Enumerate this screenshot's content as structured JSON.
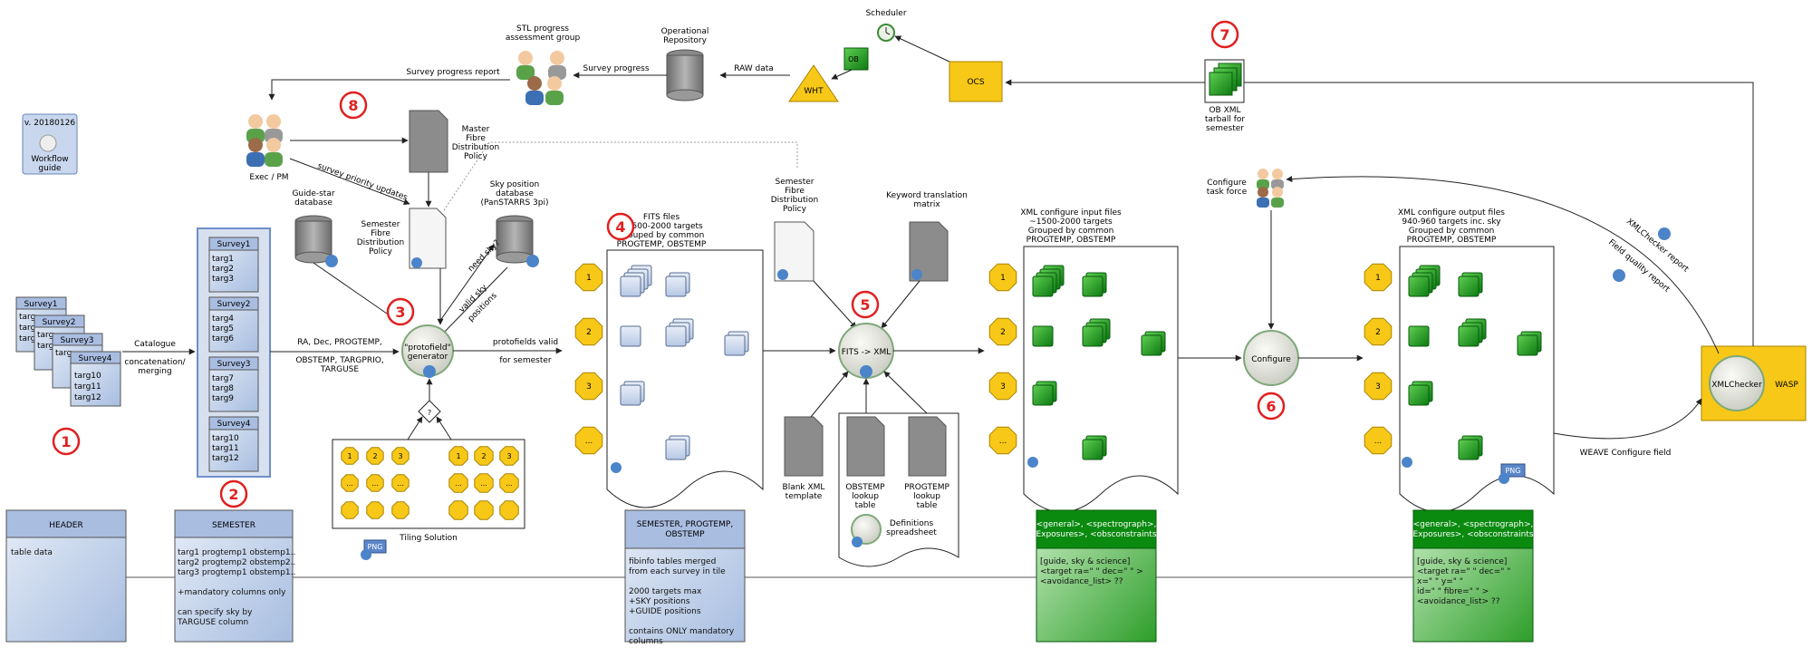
{
  "version": {
    "text": "v. 20180126",
    "guide_label_1": "Workflow",
    "guide_label_2": "guide"
  },
  "steps": [
    "1",
    "2",
    "3",
    "4",
    "5",
    "6",
    "7",
    "8"
  ],
  "surveys": {
    "stack": [
      "Survey1",
      "Survey2",
      "Survey3",
      "Survey4"
    ],
    "stack_front_targets": [
      "targ10",
      "targ11",
      "targ12"
    ],
    "stack_peek": "targ",
    "catalogue_label": "Catalogue",
    "merge_label_1": "concatenation/",
    "merge_label_2": "merging",
    "merged": [
      {
        "name": "Survey1",
        "targets": [
          "targ1",
          "targ2",
          "targ3"
        ]
      },
      {
        "name": "Survey2",
        "targets": [
          "targ4",
          "targ5",
          "targ6"
        ]
      },
      {
        "name": "Survey3",
        "targets": [
          "targ7",
          "targ8",
          "targ9"
        ]
      },
      {
        "name": "Survey4",
        "targets": [
          "targ10",
          "targ11",
          "targ12"
        ]
      }
    ]
  },
  "people": {
    "exec_label": "Exec / PM",
    "stl_label_1": "STL progress",
    "stl_label_2": "assessment group",
    "taskforce_label_1": "Configure",
    "taskforce_label_2": "task force"
  },
  "databases": {
    "guidestar": [
      "Guide-star",
      "database"
    ],
    "skypos": [
      "Sky position",
      "database",
      "(PanSTARRS 3pi)"
    ],
    "repo": [
      "Operational",
      "Repository"
    ]
  },
  "documents": {
    "master": [
      "Master",
      "Fibre",
      "Distribution",
      "Policy"
    ],
    "semester_policy": [
      "Semester",
      "Fibre",
      "Distribution",
      "Policy"
    ],
    "semester_policy2": [
      "Semester",
      "Fibre",
      "Distribution",
      "Policy"
    ],
    "keyword": [
      "Keyword translation",
      "matrix"
    ],
    "blank_xml": [
      "Blank XML",
      "template"
    ],
    "obstemp": [
      "OBSTEMP",
      "lookup",
      "table"
    ],
    "progtemp": [
      "PROGTEMP",
      "lookup",
      "table"
    ],
    "definitions": [
      "Definitions",
      "spreadsheet"
    ],
    "ob_tarball": [
      "OB XML",
      "tarball for",
      "semester"
    ]
  },
  "arrows": {
    "survey_report": "Survey progress report",
    "survey_progress": "Survey progress",
    "raw_data": "RAW data",
    "priority": "survey priority updates",
    "radec_1": "RA, Dec, PROGTEMP,",
    "radec_2": "OBSTEMP, TARGPRIO,",
    "radec_3": "TARGUSE",
    "need_sky": "need sky?",
    "valid_sky_1": "valid sky",
    "valid_sky_2": "positions",
    "protofields_1": "protofields valid",
    "protofields_2": "for semester",
    "weave_field": "WEAVE Configure field",
    "xml_report": "XMLChecker report",
    "quality_report": "Field quality report"
  },
  "nodes": {
    "protofield_1": "\"protofield\"",
    "protofield_2": "generator",
    "fits_xml": "FITS -> XML",
    "configure": "Configure",
    "xmlchecker": "XMLChecker",
    "wasp": "WASP",
    "ocs": "OCS",
    "wht": "WHT",
    "ob": "OB",
    "scheduler": "Scheduler",
    "tiling": "Tiling Solution",
    "png": "PNG"
  },
  "fits_files": [
    "FITS files",
    "~1500-2000 targets",
    "Grouped by common",
    "PROGTEMP, OBSTEMP"
  ],
  "xml_input": [
    "XML configure input files",
    "~1500-2000 targets",
    "Grouped by common",
    "PROGTEMP, OBSTEMP"
  ],
  "xml_output": [
    "XML configure output files",
    "940-960 targets inc. sky",
    "Grouped by common",
    "PROGTEMP, OBSTEMP"
  ],
  "octagon_labels": [
    "1",
    "2",
    "3",
    "..."
  ],
  "tiling_grid": [
    "1",
    "2",
    "3",
    "...",
    "...",
    "..."
  ],
  "tables": {
    "header": {
      "title": "HEADER",
      "body": [
        "table data"
      ]
    },
    "semester": {
      "title": "SEMESTER",
      "body": [
        "targ1 progtemp1 obstemp1..",
        "targ2 progtemp2 obstemp2..",
        "targ3 progtemp1 obstemp1..",
        "",
        "+mandatory columns only",
        "",
        "can specify sky by",
        "TARGUSE column"
      ]
    },
    "sem_prog": {
      "title_1": "SEMESTER, PROGTEMP,",
      "title_2": "OBSTEMP",
      "body": [
        "fibinfo tables merged",
        "from each survey in tile",
        "",
        "2000 targets max",
        "+SKY positions",
        "+GUIDE positions",
        "",
        "contains ONLY mandatory",
        "columns"
      ]
    },
    "xml1": {
      "title_1": "<general>, <spectrograph>,",
      "title_2": "<Exposures>, <obsconstraints>",
      "body": [
        "[guide, sky & science]",
        "<target ra=\" \" dec=\" \" >",
        "<avoidance_list> ??"
      ]
    },
    "xml2": {
      "title_1": "<general>, <spectrograph>,",
      "title_2": "<Exposures>, <obsconstraints>",
      "body": [
        "[guide, sky & science]",
        "<target ra=\" \" dec=\" \"",
        "x=\" \" y=\" \"",
        "id=\" \" fibre=\" \" >",
        "<avoidance_list> ??"
      ]
    }
  }
}
